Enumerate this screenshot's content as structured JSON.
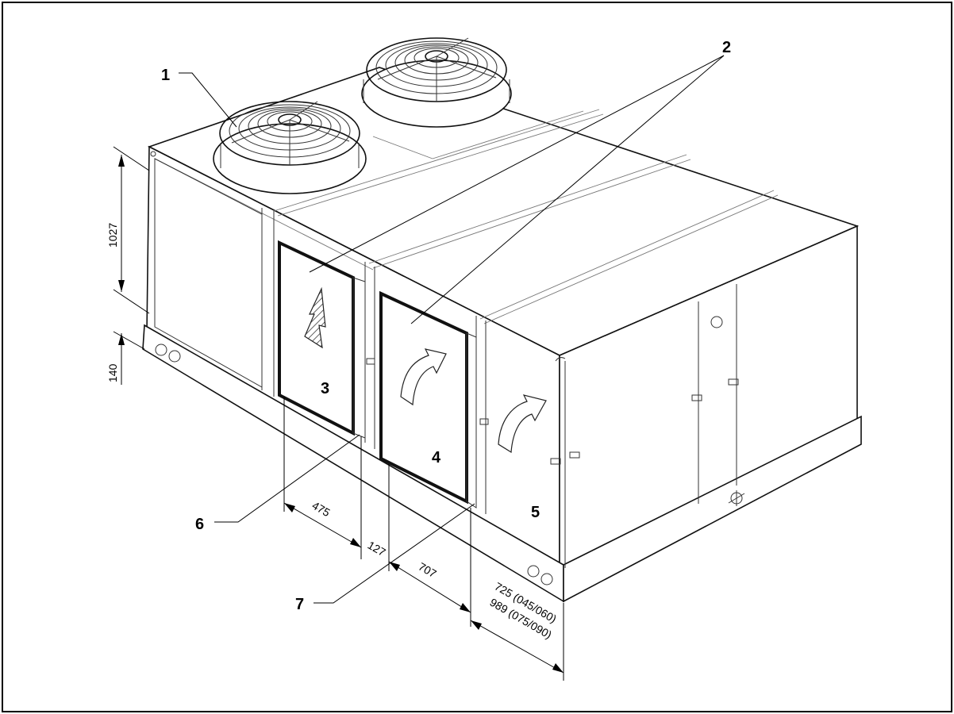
{
  "callouts": {
    "c1": "1",
    "c2": "2",
    "c3": "3",
    "c4": "4",
    "c5": "5",
    "c6": "6",
    "c7": "7"
  },
  "dimensions": {
    "height_unit": "1027",
    "height_base": "140",
    "w_475": "475",
    "w_127": "127",
    "w_707": "707",
    "w_725": "725 (045/060)",
    "w_989": "989 (075/090)"
  },
  "colors": {
    "line": "#111111",
    "background": "#ffffff"
  }
}
